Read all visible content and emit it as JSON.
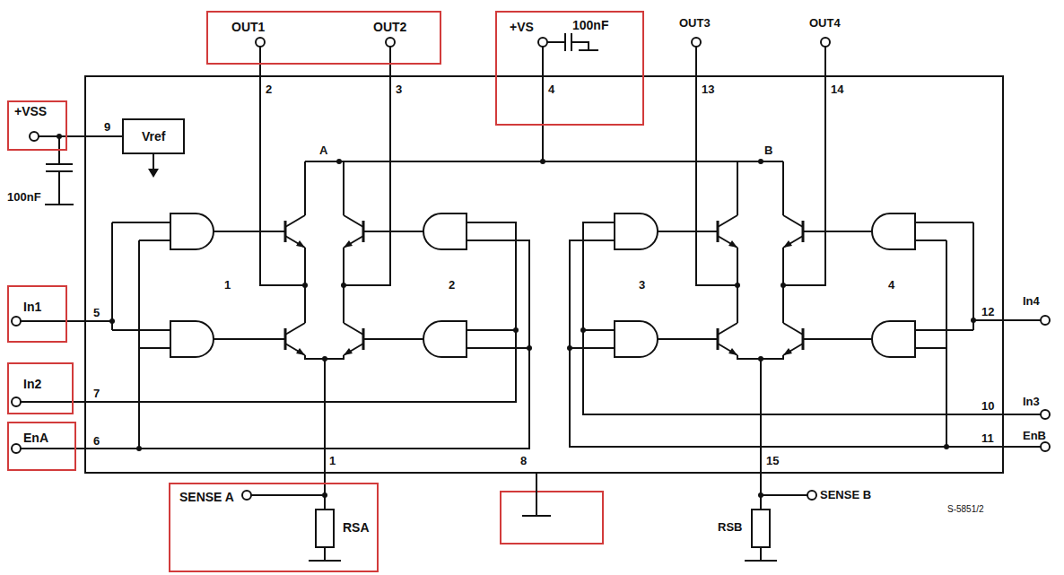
{
  "diagram": {
    "nodes": [
      {
        "text": [
          "+VSS"
        ]
      },
      {
        "text": [
          "Vref"
        ]
      },
      {
        "text": [
          "OUT1",
          "OUT2"
        ]
      },
      {
        "text": [
          "+VS",
          "100nF"
        ]
      },
      {
        "text": [
          "In1"
        ]
      },
      {
        "text": [
          "In2"
        ]
      },
      {
        "text": [
          "EnA"
        ]
      },
      {
        "text": [
          "SENSE A",
          "RSA"
        ]
      }
    ],
    "edges": [
      {
        "from": 0,
        "to": 1,
        "arrow": "none"
      }
    ],
    "labels": [
      "100nF",
      "9",
      "2",
      "3",
      "A",
      "4",
      "B",
      "OUT3",
      "13",
      "OUT4",
      "14",
      "1",
      "2",
      "3",
      "4",
      "5",
      "12",
      "In4",
      "7",
      "10",
      "In3",
      "6",
      "11",
      "EnB",
      "1",
      "8",
      "15",
      "SENSE B",
      "RSB",
      "S-5851/2"
    ]
  }
}
